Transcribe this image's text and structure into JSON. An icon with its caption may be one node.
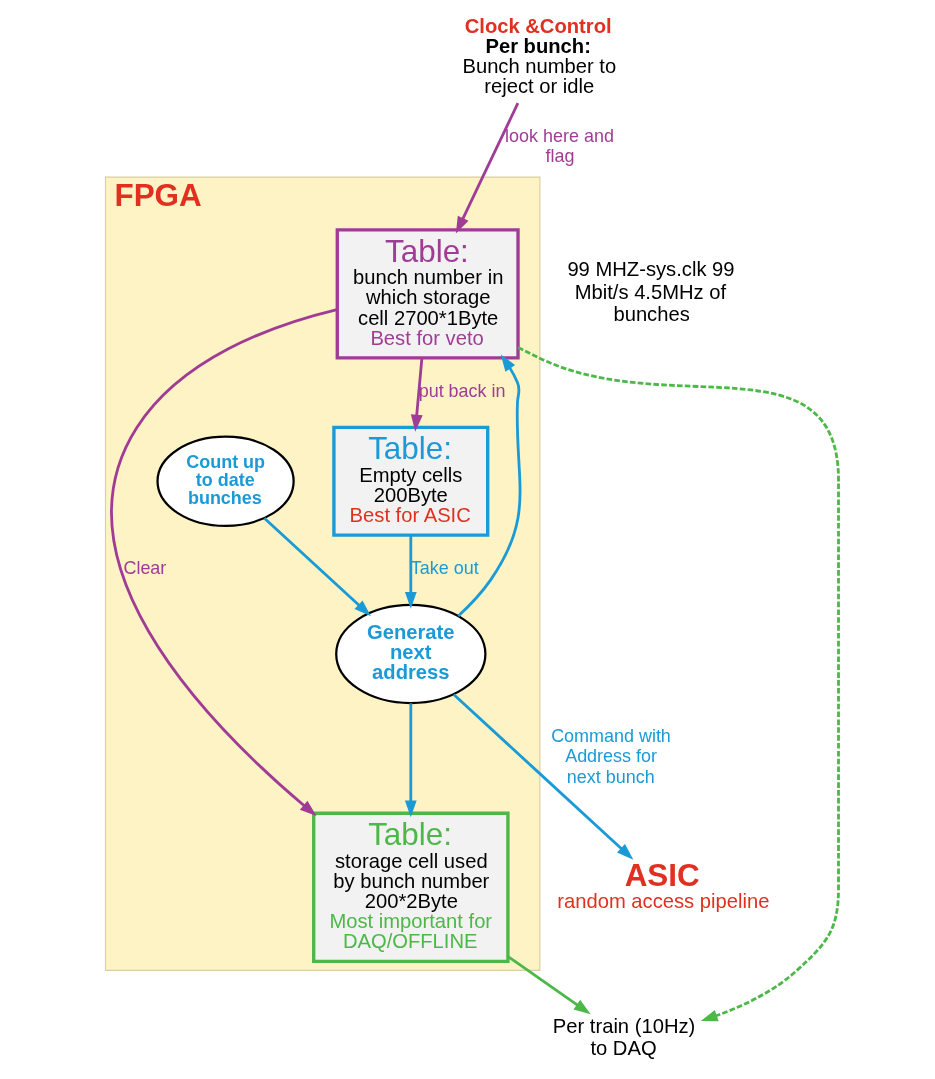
{
  "diagram": {
    "nodes": [
      {
        "text": [
          "FPGA"
        ]
      },
      {
        "text": [
          "Clock &Control",
          "Per bunch:",
          "Bunch number to reject or idle"
        ]
      },
      {
        "text": [
          "Table:",
          "bunch number in which storage cell 2700*1Byte",
          "Best for veto"
        ],
        "in": 0
      },
      {
        "text": [
          "Table:",
          "Empty cells 200Byte",
          "Best for ASIC"
        ],
        "in": 0
      },
      {
        "text": [
          "Table:",
          "storage cell used by bunch number 200*2Byte",
          "Most important for DAQ/OFFLINE"
        ],
        "in": 0
      },
      {
        "text": [
          "Generate next address"
        ],
        "in": 0
      },
      {
        "text": [
          "Count up to date bunches"
        ],
        "in": 0
      },
      {
        "text": [
          "ASIC",
          "random access pipeline"
        ]
      },
      {
        "text": [
          "Per train (10Hz) to DAQ"
        ]
      }
    ],
    "edges": [
      {
        "from": 1,
        "to": 2,
        "arrow": "to",
        "label": "look here and flag",
        "color": "#a03c96"
      },
      {
        "from": 2,
        "to": 3,
        "arrow": "to",
        "label": "put back in",
        "color": "#a03c96"
      },
      {
        "from": 2,
        "to": 4,
        "arrow": "to",
        "label": "Clear",
        "color": "#a03c96"
      },
      {
        "from": 3,
        "to": 5,
        "arrow": "to",
        "label": "Take out"
      },
      {
        "from": 5,
        "to": 2,
        "arrow": "to"
      },
      {
        "from": 5,
        "to": 4,
        "arrow": "to"
      },
      {
        "from": 6,
        "to": 5,
        "arrow": "to"
      },
      {
        "from": 5,
        "to": 7,
        "arrow": "to",
        "label": "Command with Address for next bunch"
      },
      {
        "from": 4,
        "to": 8,
        "arrow": "to",
        "color": "#4cb848"
      },
      {
        "from": 2,
        "to": 8,
        "arrow": "to",
        "style": "dashed",
        "color": "#4cb848"
      }
    ],
    "labels": [
      "99 MHZ-sys.clk 99 Mbit/s 4.5MHz of bunches"
    ]
  }
}
